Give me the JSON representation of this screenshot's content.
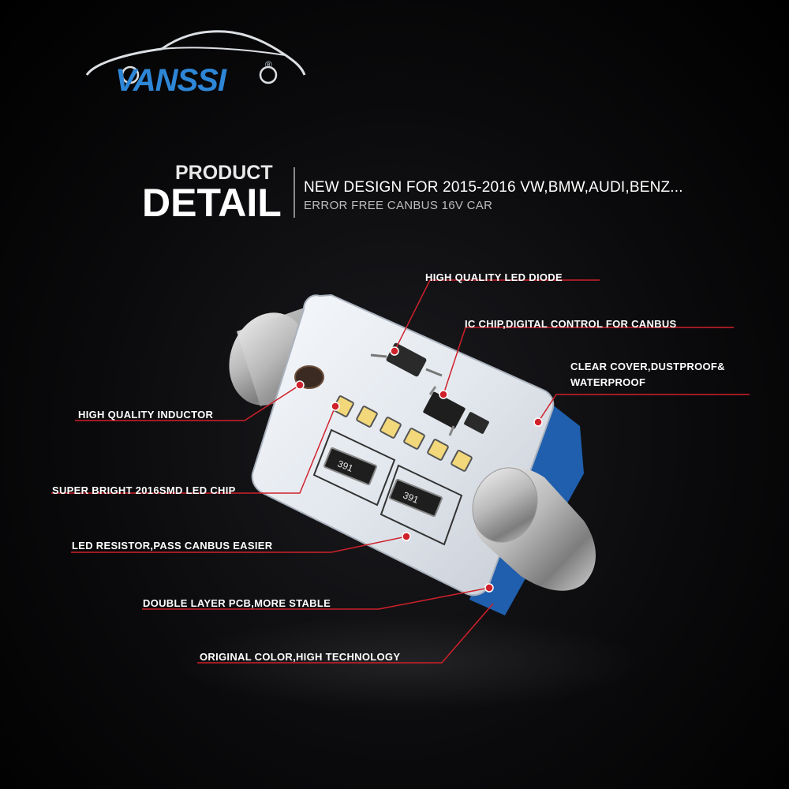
{
  "brand": {
    "logo_text": "VANSSI",
    "registered_mark": "®",
    "logo_color": "#2e86d6"
  },
  "header": {
    "product": "PRODUCT",
    "detail": "DETAIL",
    "line1": "NEW DESIGN FOR 2015-2016 VW,BMW,AUDI,BENZ...",
    "line2": "ERROR FREE CANBUS 16V CAR"
  },
  "labels": {
    "diode": "HIGH QUALITY LED DIODE",
    "ic_chip": "IC CHIP,DIGITAL CONTROL FOR CANBUS",
    "cover_line1": "CLEAR COVER,DUSTPROOF&",
    "cover_line2": "WATERPROOF",
    "inductor": "HIGH QUALITY INDUCTOR",
    "led_chip": "SUPER BRIGHT 2016SMD LED CHIP",
    "resistor": "LED RESISTOR,PASS CANBUS EASIER",
    "pcb": "DOUBLE LAYER PCB,MORE STABLE",
    "color": "ORIGINAL COLOR,HIGH TECHNOLOGY"
  },
  "resistor_marking": "391",
  "colors": {
    "callout_red": "#d0202a",
    "pcb_blue": "#1f5fae",
    "led_yellow": "#f2d87a"
  }
}
